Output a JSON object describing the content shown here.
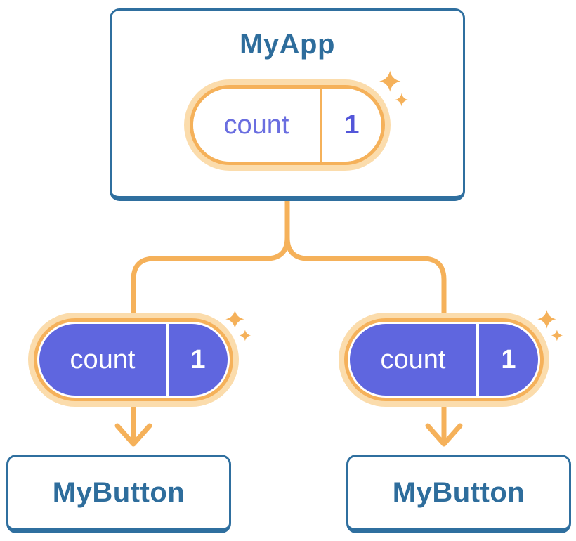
{
  "colors": {
    "orange": "#F5B15A",
    "orange_glow": "#FBDCAC",
    "purple_fill": "#5F66DF",
    "purple_text": "#6A6EE0",
    "purple_value_text": "#5356D9",
    "blue_border": "#2F6F9F",
    "blue_text": "#2E6D9C",
    "pill_interior_top": "#FFFFFF",
    "pill_text_bottom": "#FFFFFF"
  },
  "icons": {
    "sparkle": "four-point-sparkle",
    "arrow": "down-arrow"
  },
  "tree": {
    "root": {
      "component": "MyApp",
      "state": {
        "label": "count",
        "value": "1"
      }
    },
    "children": [
      {
        "component": "MyButton",
        "prop": {
          "label": "count",
          "value": "1"
        }
      },
      {
        "component": "MyButton",
        "prop": {
          "label": "count",
          "value": "1"
        }
      }
    ]
  }
}
